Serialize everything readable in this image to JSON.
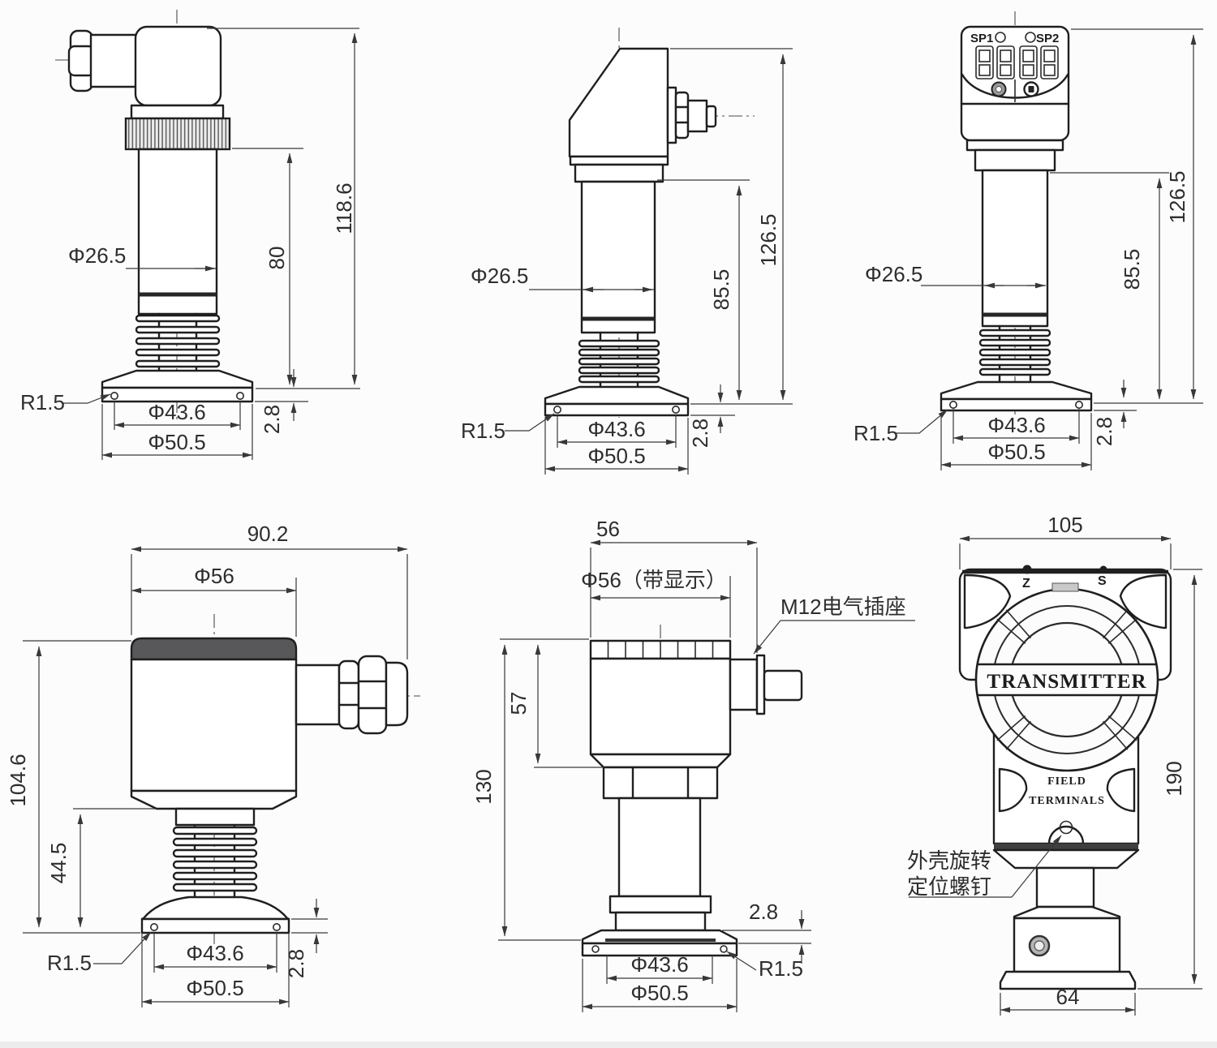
{
  "sheet": {
    "background": "#fcfcfc",
    "outline_color": "#1f1f1f",
    "dim_color": "#383838",
    "dark_fill": "#4d4d4d",
    "knurl_fill": "#ececec",
    "button_gray": "#9a9a9a"
  },
  "views": {
    "top_left": {
      "dims": {
        "overall_height": "118.6",
        "upper_height": "80",
        "body_dia": "Φ26.5",
        "corner_radius": "R1.5",
        "seal_dia": "Φ43.6",
        "flange_dia": "Φ50.5",
        "flange_thickness": "2.8"
      }
    },
    "top_middle": {
      "dims": {
        "overall_height": "126.5",
        "upper_height": "85.5",
        "body_dia": "Φ26.5",
        "corner_radius": "R1.5",
        "seal_dia": "Φ43.6",
        "flange_dia": "Φ50.5",
        "flange_thickness": "2.8"
      }
    },
    "top_right": {
      "display": {
        "sp1_label": "SP1",
        "sp2_label": "SP2"
      },
      "dims": {
        "overall_height": "126.5",
        "upper_height": "85.5",
        "body_dia": "Φ26.5",
        "corner_radius": "R1.5",
        "seal_dia": "Φ43.6",
        "flange_dia": "Φ50.5",
        "flange_thickness": "2.8"
      }
    },
    "bottom_left": {
      "dims": {
        "overall_width": "90.2",
        "head_dia": "Φ56",
        "overall_height": "104.6",
        "lower_height": "44.5",
        "corner_radius": "R1.5",
        "seal_dia": "Φ43.6",
        "flange_dia": "Φ50.5",
        "flange_thickness": "2.8"
      }
    },
    "bottom_middle": {
      "labels": {
        "connector_note": "M12电气插座"
      },
      "dims": {
        "top_width": "56",
        "display_dia": "Φ56（带显示）",
        "head_height": "57",
        "overall_height": "130",
        "flange_thickness": "2.8",
        "corner_radius": "R1.5",
        "seal_dia": "Φ43.6",
        "flange_dia": "Φ50.5"
      }
    },
    "bottom_right": {
      "labels": {
        "housing": "TRANSMITTER",
        "terminal_line1": "FIELD",
        "terminal_line2": "TERMINALS",
        "zero_mark": "Z",
        "span_mark": "S",
        "note_line1": "外壳旋转",
        "note_line2": "定位螺钉"
      },
      "dims": {
        "top_width": "105",
        "overall_height": "190",
        "base_width": "64"
      }
    }
  }
}
